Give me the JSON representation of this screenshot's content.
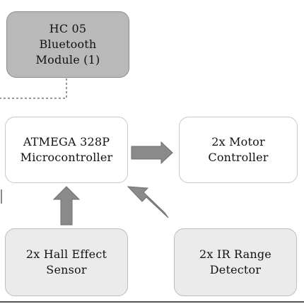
{
  "diagram": {
    "nodes": {
      "bluetooth": {
        "line1": "HC 05",
        "line2": "Bluetooth",
        "line3": "Module (1)"
      },
      "mcu": {
        "line1": "ATMEGA 328P",
        "line2": "Microcontroller"
      },
      "motor": {
        "line1": "2x Motor",
        "line2": "Controller"
      },
      "hall": {
        "line1": "2x Hall Effect",
        "line2": "Sensor"
      },
      "ir": {
        "line1": "2x IR Range",
        "line2": "Detector"
      }
    },
    "edges": [
      {
        "from": "mcu",
        "to": "motor",
        "style": "block-arrow"
      },
      {
        "from": "hall",
        "to": "mcu",
        "style": "block-arrow"
      },
      {
        "from": "ir",
        "to": "mcu",
        "style": "block-arrow"
      },
      {
        "from": "bluetooth",
        "to": "offscreen-left",
        "style": "dashed-line"
      }
    ],
    "colors": {
      "arrow_fill": "#8a8a8a",
      "dark_box": "#b9b9b9",
      "light_box": "#ebebeb",
      "white_box": "#ffffff"
    }
  }
}
